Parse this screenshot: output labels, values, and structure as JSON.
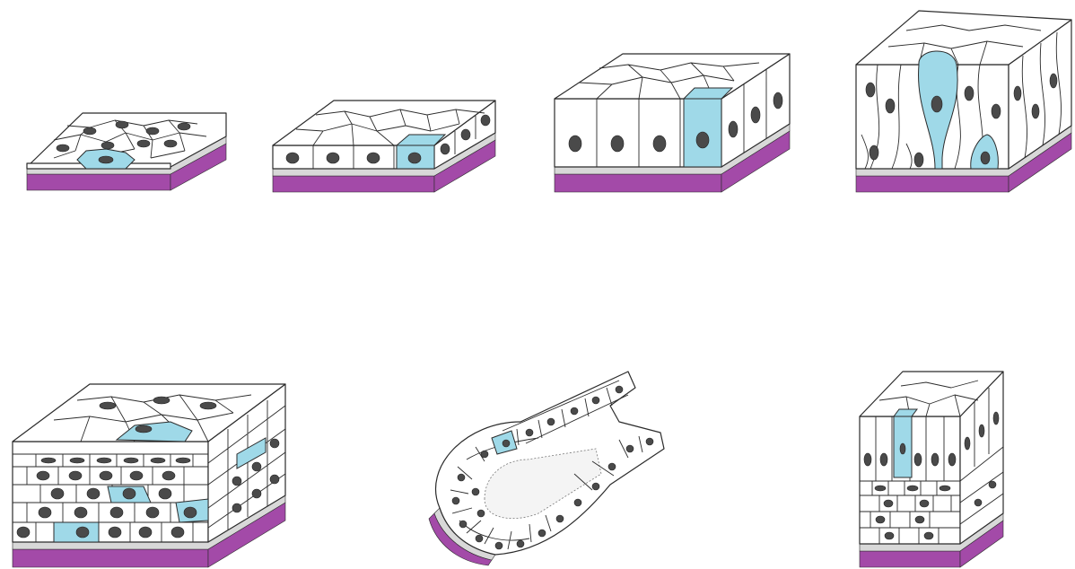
{
  "diagram": {
    "background": "#ffffff",
    "colors": {
      "basement_membrane": "#a34aa8",
      "highlighted_cell": "#9fd9e8",
      "outline": "#2b2b2b",
      "cell_fill": "#ffffff",
      "nucleus": "#4a4a4a",
      "stipple": "#9a9a9a"
    },
    "panels": [
      {
        "name": "simple-squamous-epithelium-panel"
      },
      {
        "name": "simple-cuboidal-epithelium-panel"
      },
      {
        "name": "simple-columnar-epithelium-panel"
      },
      {
        "name": "pseudostratified-columnar-epithelium-panel"
      },
      {
        "name": "stratified-squamous-epithelium-panel"
      },
      {
        "name": "stratified-cuboidal-duct-epithelium-panel"
      },
      {
        "name": "stratified-columnar-epithelium-panel"
      }
    ]
  }
}
